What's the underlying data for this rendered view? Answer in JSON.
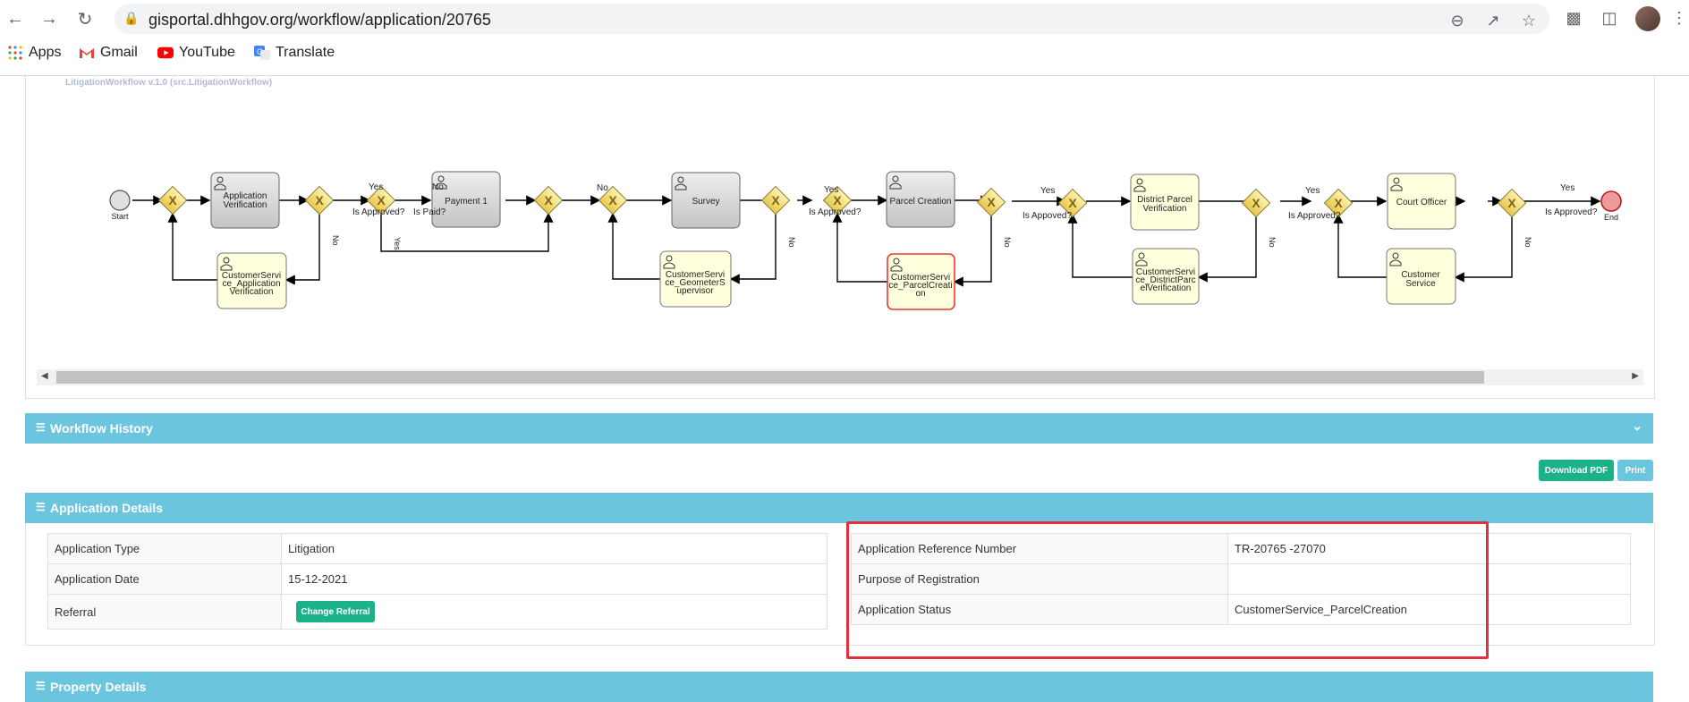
{
  "browser": {
    "url": "gisportal.dhhgov.org/workflow/application/20765",
    "bookmarks": [
      "Apps",
      "Gmail",
      "YouTube",
      "Translate"
    ]
  },
  "workflow": {
    "title": "LitigationWorkflow v.1.0 (src.LitigationWorkflow)",
    "start_label": "Start",
    "end_label": "End",
    "tasks": {
      "app_verification": "Application Verification",
      "payment": "Payment 1",
      "survey": "Survey",
      "parcel_creation": "Parcel Creation",
      "district_parcel": "District Parcel Verification",
      "court_officer": "Court Officer",
      "cs_app_verification": "CustomerService_Application Verification",
      "cs_geometer": "CustomerService_GeometerSupervisor",
      "cs_parcel": "CustomerService_ParcelCreation",
      "cs_district": "CustomerService_DistrictParcelVerification",
      "customer_service": "Customer Service"
    },
    "labels": {
      "is_approved": "Is Approved?",
      "is_paid": "Is Paid?",
      "is_appoved": "Is Appoved?",
      "yes": "Yes",
      "no": "No"
    }
  },
  "sections": {
    "workflow_history": "Workflow History",
    "application_details": "Application Details",
    "property_details": "Property Details"
  },
  "buttons": {
    "download_pdf": "Download PDF",
    "print": "Print",
    "change_referral": "Change Referral"
  },
  "details_left": [
    {
      "label": "Application Type",
      "value": "Litigation"
    },
    {
      "label": "Application Date",
      "value": "15-12-2021"
    },
    {
      "label": "Referral",
      "value": ""
    }
  ],
  "details_right": [
    {
      "label": "Application Reference Number",
      "value": "TR-20765 -27070"
    },
    {
      "label": "Purpose of Registration",
      "value": ""
    },
    {
      "label": "Application Status",
      "value": "CustomerService_ParcelCreation"
    }
  ],
  "colors": {
    "panel_header": "#6cc5de",
    "green_button": "#1bb28a",
    "highlight": "#e0323e",
    "task_gray": "#d9d9d9",
    "task_yellow": "#ffffdd",
    "gateway": "#f7e27a"
  }
}
